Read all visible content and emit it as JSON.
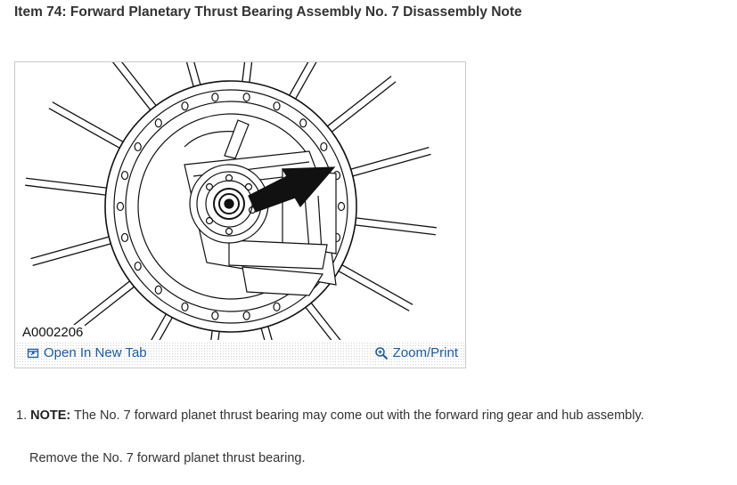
{
  "title": "Item 74: Forward Planetary Thrust Bearing Assembly No. 7 Disassembly Note",
  "figure": {
    "id_label": "A0002206",
    "open_tab_label": "Open In New Tab",
    "open_tab_icon": "open-in-new-tab-icon",
    "zoom_label": "Zoom/Print",
    "zoom_icon": "magnifier-icon"
  },
  "steps": [
    {
      "number": "1.",
      "note_label": "NOTE:",
      "note_text": " The No. 7 forward planet thrust bearing may come out with the forward ring gear and hub assembly.",
      "action": "Remove the No. 7 forward planet thrust bearing."
    }
  ],
  "colors": {
    "link": "#1a5aa6",
    "text": "#333333"
  }
}
